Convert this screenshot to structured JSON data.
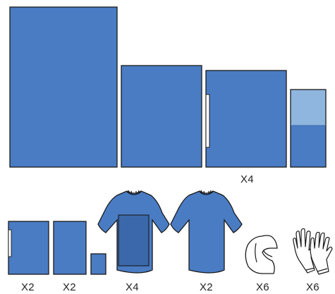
{
  "items": [
    {
      "name": "large-drape"
    },
    {
      "name": "medium-drape"
    },
    {
      "name": "drape-with-tab",
      "qty": "X4"
    },
    {
      "name": "two-tone-pouch"
    },
    {
      "name": "small-drape-with-tab",
      "qty": "X2"
    },
    {
      "name": "small-drape",
      "qty": "X2"
    },
    {
      "name": "tiny-square"
    },
    {
      "name": "reinforced-surgical-gown",
      "qty": "X4"
    },
    {
      "name": "standard-surgical-gown",
      "qty": "X2"
    },
    {
      "name": "hood-cap",
      "qty": "X6"
    },
    {
      "name": "gloves-pair",
      "qty": "X6"
    }
  ],
  "colors": {
    "fabric": "#4a7cc4",
    "reinforcement": "#3b68ab",
    "pouch_top": "#8fb6de",
    "outline": "#1a1a1a"
  },
  "icons": [
    "hood-icon",
    "gloves-icon",
    "gown-icon",
    "drape-icon"
  ]
}
